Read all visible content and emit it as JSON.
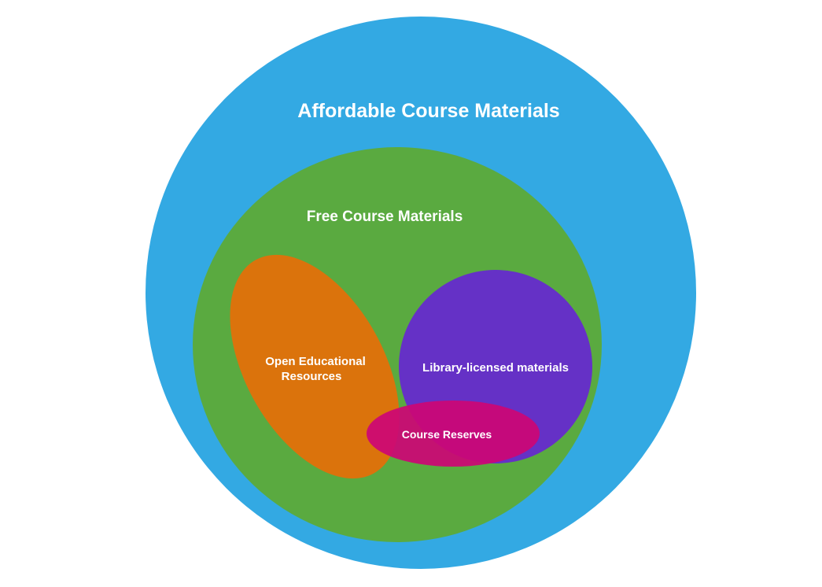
{
  "diagram": {
    "sets": [
      {
        "id": "affordable",
        "label": "Affordable Course Materials",
        "color": "#33a9e3"
      },
      {
        "id": "free",
        "label": "Free Course Materials",
        "color": "#5aaa40"
      },
      {
        "id": "oer",
        "label_lines": [
          "Open Educational",
          "Resources"
        ],
        "color": "#db730c"
      },
      {
        "id": "library",
        "label": "Library-licensed materials",
        "color": "#6531c6"
      },
      {
        "id": "reserves",
        "label": "Course Reserves",
        "color": "#cc0675"
      }
    ]
  }
}
